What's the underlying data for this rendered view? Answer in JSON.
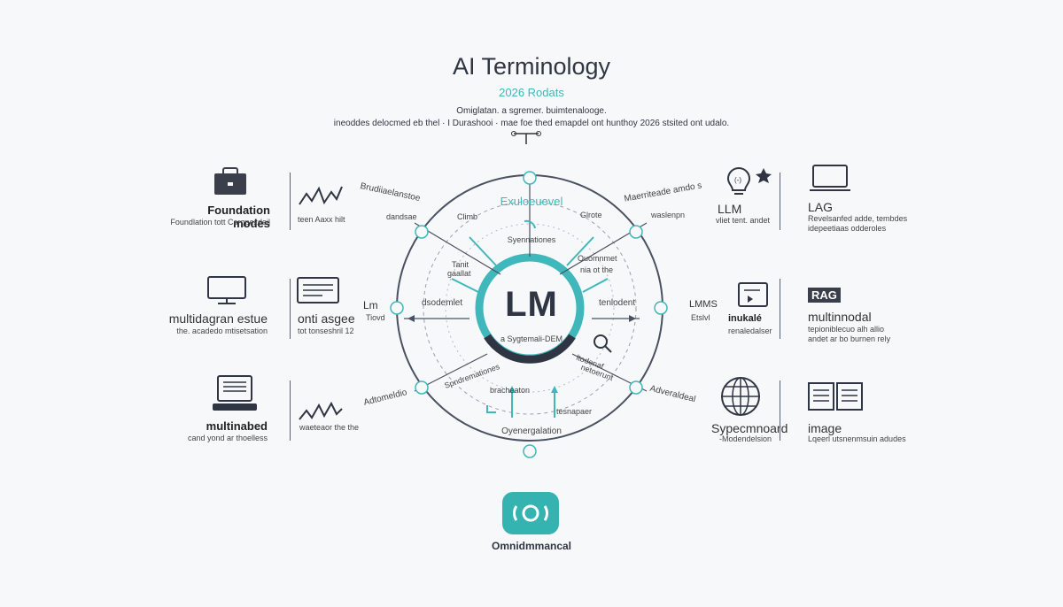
{
  "header": {
    "title": "AI Terminology",
    "subtitle": "2026 Rodats",
    "desc_line1": "Omiglatan. a sgremer. buimtenalooge.",
    "desc_line2": "ineoddes delocmed eb thel · I Durashooi · mae foe thed emapdel ont hunthoy 2026 stsited ont udalo."
  },
  "left_panel": {
    "row1": {
      "title": "Foundation modes",
      "caption": "Foundlation tott Cargpezdeil",
      "chart_caption": "teen Aaxx hilt"
    },
    "row2": {
      "title": "multidagran estue",
      "caption": "the. acadedo mtisetsation",
      "side_title": "onti asgee",
      "side_caption": "tot tonseshril 12"
    },
    "row3": {
      "title": "multinabed",
      "caption": "cand yond ar thoelless",
      "chart_caption": "waeteaor the the"
    }
  },
  "right_panel": {
    "row1": {
      "title": "LLM",
      "caption": "vliet tent. andet",
      "side_title": "LAG",
      "side_caption_1": "Revelsanfed adde, tembdes",
      "side_caption_2": "idepeetiaas odderoles"
    },
    "row2": {
      "title": "inukalé",
      "caption": "renaledalser",
      "side_title": "RAG",
      "side_sub": "multinnodal",
      "side_caption_1": "tepioniblecuo alh allio",
      "side_caption_2": "andet ar bo burnen rely"
    },
    "row3": {
      "title": "Sypecmnoard",
      "caption": "-Modendelsion",
      "side_title": "image",
      "side_caption": "Lqeerl utsnenmsuin adudes"
    }
  },
  "diagram": {
    "center_label": "LM",
    "center_caption": "a Sygtemali-DEM",
    "top_label": "Exuloeuevel",
    "top_caption": "Syennationes",
    "bottom_label": "Oyenergalation",
    "bottom_caption_left": "bracheaton",
    "bottom_caption_right": "tesnapaer",
    "left_label": "dsodemlet",
    "right_label": "tenlodent",
    "left_outside": "Lm",
    "left_outside_sub": "Tiovd",
    "right_outside": "LMMS",
    "right_outside_sub": "Etslvl",
    "upper_left_tag": "Brudiiaelanstoe",
    "upper_left_sub": "dandsae",
    "upper_right_tag": "Maerriteade amdo s",
    "upper_right_sub": "waslenpn",
    "lower_left_tag": "Adtomeldio",
    "lower_right_tag": "Adveraldeal",
    "inner_ul": "Climb",
    "inner_ul2": "Tanit",
    "inner_ul3": "gaallat",
    "inner_ur": "Glrote",
    "inner_ur2": "Ouomnmet",
    "inner_ur3": "nia ot the",
    "inner_ll": "Spndremationes",
    "inner_lr": "ltodenaf",
    "inner_lr2": "netoerunt"
  },
  "footer": {
    "brand": "Omnidmmancal"
  },
  "colors": {
    "accent": "#3fb7bb",
    "dark": "#2f3542",
    "line": "#5b6170"
  }
}
